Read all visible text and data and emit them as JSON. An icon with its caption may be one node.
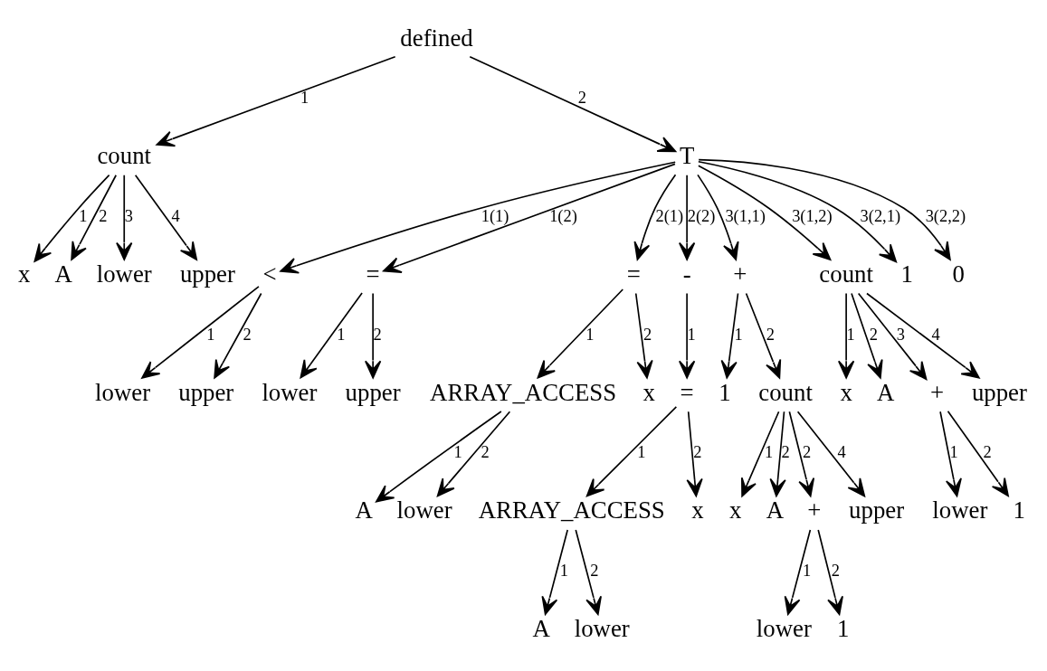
{
  "diagram": {
    "nodes": [
      {
        "text": [
          "defined"
        ]
      },
      {
        "text": [
          "count"
        ]
      },
      {
        "text": [
          "T"
        ]
      },
      {
        "text": [
          "x"
        ]
      },
      {
        "text": [
          "A"
        ]
      },
      {
        "text": [
          "lower"
        ]
      },
      {
        "text": [
          "upper"
        ]
      },
      {
        "text": [
          "<"
        ]
      },
      {
        "text": [
          "="
        ]
      },
      {
        "text": [
          "="
        ]
      },
      {
        "text": [
          "-"
        ]
      },
      {
        "text": [
          "+"
        ]
      },
      {
        "text": [
          "count"
        ]
      },
      {
        "text": [
          "1"
        ]
      },
      {
        "text": [
          "0"
        ]
      },
      {
        "text": [
          "lower"
        ]
      },
      {
        "text": [
          "upper"
        ]
      },
      {
        "text": [
          "lower"
        ]
      },
      {
        "text": [
          "upper"
        ]
      },
      {
        "text": [
          "ARRAY_ACCESS"
        ]
      },
      {
        "text": [
          "x"
        ]
      },
      {
        "text": [
          "="
        ]
      },
      {
        "text": [
          "1"
        ]
      },
      {
        "text": [
          "count"
        ]
      },
      {
        "text": [
          "x"
        ]
      },
      {
        "text": [
          "A"
        ]
      },
      {
        "text": [
          "+"
        ]
      },
      {
        "text": [
          "upper"
        ]
      },
      {
        "text": [
          "A"
        ]
      },
      {
        "text": [
          "lower"
        ]
      },
      {
        "text": [
          "ARRAY_ACCESS"
        ]
      },
      {
        "text": [
          "x"
        ]
      },
      {
        "text": [
          "x"
        ]
      },
      {
        "text": [
          "A"
        ]
      },
      {
        "text": [
          "+"
        ]
      },
      {
        "text": [
          "upper"
        ]
      },
      {
        "text": [
          "lower"
        ]
      },
      {
        "text": [
          "1"
        ]
      },
      {
        "text": [
          "A"
        ]
      },
      {
        "text": [
          "lower"
        ]
      },
      {
        "text": [
          "lower"
        ]
      },
      {
        "text": [
          "1"
        ]
      }
    ],
    "edges": [
      {
        "from": 0,
        "to": 1,
        "arrow": "to",
        "label": "1"
      },
      {
        "from": 0,
        "to": 2,
        "arrow": "to",
        "label": "2"
      },
      {
        "from": 1,
        "to": 3,
        "arrow": "to",
        "label": "1"
      },
      {
        "from": 1,
        "to": 4,
        "arrow": "to",
        "label": "2"
      },
      {
        "from": 1,
        "to": 5,
        "arrow": "to",
        "label": "3"
      },
      {
        "from": 1,
        "to": 6,
        "arrow": "to",
        "label": "4"
      },
      {
        "from": 2,
        "to": 7,
        "arrow": "to",
        "label": "1(1)"
      },
      {
        "from": 2,
        "to": 8,
        "arrow": "to",
        "label": "1(2)"
      },
      {
        "from": 2,
        "to": 9,
        "arrow": "to",
        "label": "2(1)"
      },
      {
        "from": 2,
        "to": 10,
        "arrow": "to",
        "label": "2(2)"
      },
      {
        "from": 2,
        "to": 11,
        "arrow": "to",
        "label": "3(1,1)"
      },
      {
        "from": 2,
        "to": 12,
        "arrow": "to",
        "label": "3(1,2)"
      },
      {
        "from": 2,
        "to": 13,
        "arrow": "to",
        "label": "3(2,1)"
      },
      {
        "from": 2,
        "to": 14,
        "arrow": "to",
        "label": "3(2,2)"
      },
      {
        "from": 7,
        "to": 15,
        "arrow": "to",
        "label": "1"
      },
      {
        "from": 7,
        "to": 16,
        "arrow": "to",
        "label": "2"
      },
      {
        "from": 8,
        "to": 17,
        "arrow": "to",
        "label": "1"
      },
      {
        "from": 8,
        "to": 18,
        "arrow": "to",
        "label": "2"
      },
      {
        "from": 9,
        "to": 19,
        "arrow": "to",
        "label": "1"
      },
      {
        "from": 9,
        "to": 20,
        "arrow": "to",
        "label": "2"
      },
      {
        "from": 10,
        "to": 21,
        "arrow": "to",
        "label": "1"
      },
      {
        "from": 11,
        "to": 22,
        "arrow": "to",
        "label": "1"
      },
      {
        "from": 11,
        "to": 23,
        "arrow": "to",
        "label": "2"
      },
      {
        "from": 12,
        "to": 24,
        "arrow": "to",
        "label": "1"
      },
      {
        "from": 12,
        "to": 25,
        "arrow": "to",
        "label": "2"
      },
      {
        "from": 12,
        "to": 26,
        "arrow": "to",
        "label": "3"
      },
      {
        "from": 12,
        "to": 27,
        "arrow": "to",
        "label": "4"
      },
      {
        "from": 19,
        "to": 28,
        "arrow": "to",
        "label": "1"
      },
      {
        "from": 19,
        "to": 29,
        "arrow": "to",
        "label": "2"
      },
      {
        "from": 21,
        "to": 30,
        "arrow": "to",
        "label": "1"
      },
      {
        "from": 21,
        "to": 31,
        "arrow": "to",
        "label": "2"
      },
      {
        "from": 23,
        "to": 32,
        "arrow": "to",
        "label": "1"
      },
      {
        "from": 23,
        "to": 33,
        "arrow": "to",
        "label": "2"
      },
      {
        "from": 23,
        "to": 34,
        "arrow": "to",
        "label": "2"
      },
      {
        "from": 23,
        "to": 35,
        "arrow": "to",
        "label": "4"
      },
      {
        "from": 26,
        "to": 36,
        "arrow": "to",
        "label": "1"
      },
      {
        "from": 26,
        "to": 37,
        "arrow": "to",
        "label": "2"
      },
      {
        "from": 30,
        "to": 38,
        "arrow": "to",
        "label": "1"
      },
      {
        "from": 30,
        "to": 39,
        "arrow": "to",
        "label": "2"
      },
      {
        "from": 34,
        "to": 40,
        "arrow": "to",
        "label": "1"
      },
      {
        "from": 34,
        "to": 41,
        "arrow": "to",
        "label": "2"
      }
    ]
  }
}
